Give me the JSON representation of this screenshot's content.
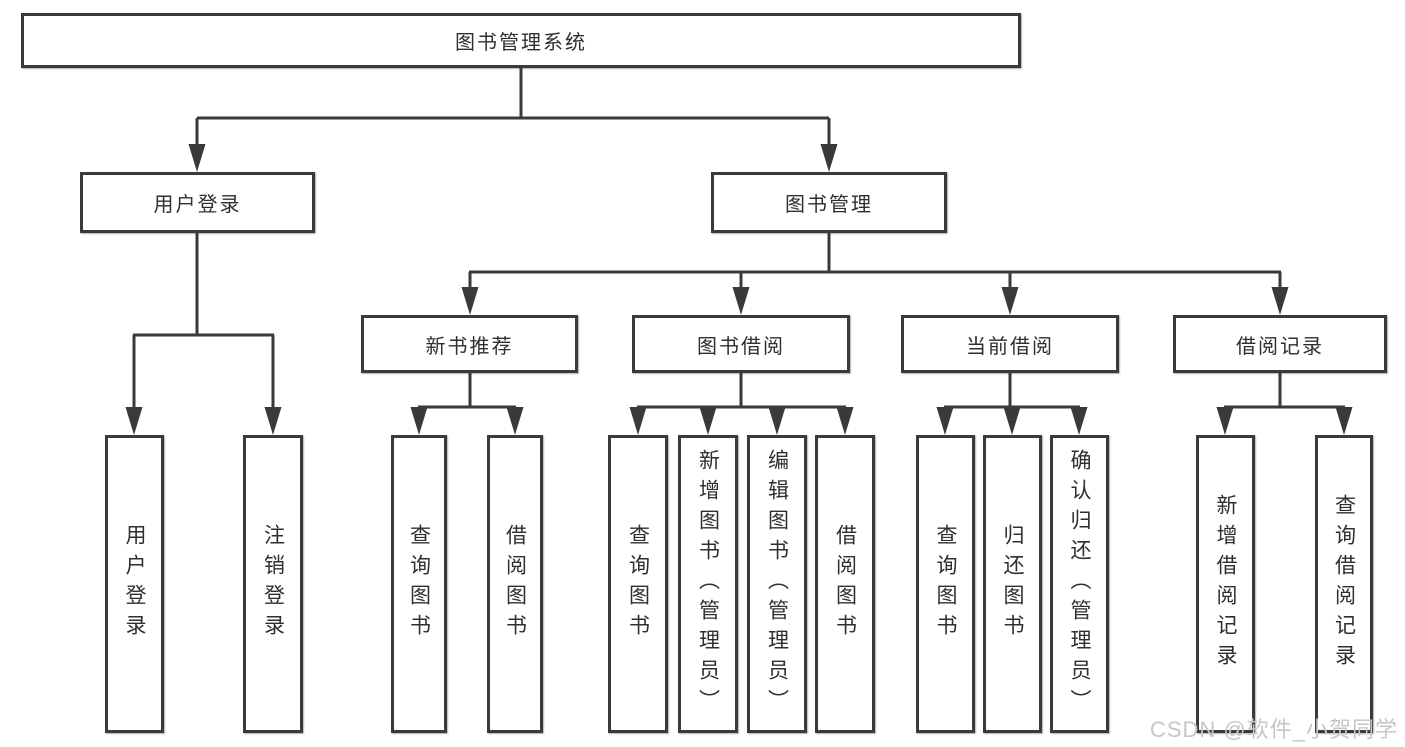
{
  "colors": {
    "line": "#3a3a3a",
    "text": "#2f2f2f",
    "box-bg": "#ffffff",
    "watermark": "#c6c6c6"
  },
  "watermark": {
    "text": "CSDN @软件_小贺同学"
  },
  "diagram": {
    "root": {
      "label": "图书管理系统"
    },
    "branches": [
      {
        "label": "用户登录",
        "children": [
          {
            "label": "用户登录"
          },
          {
            "label": "注销登录"
          }
        ]
      },
      {
        "label": "图书管理",
        "children": [
          {
            "label": "新书推荐",
            "children": [
              {
                "label": "查询图书"
              },
              {
                "label": "借阅图书"
              }
            ]
          },
          {
            "label": "图书借阅",
            "children": [
              {
                "label": "查询图书"
              },
              {
                "label": "新增图书（管理员）"
              },
              {
                "label": "编辑图书（管理员）"
              },
              {
                "label": "借阅图书"
              }
            ]
          },
          {
            "label": "当前借阅",
            "children": [
              {
                "label": "查询图书"
              },
              {
                "label": "归还图书"
              },
              {
                "label": "确认归还（管理员）"
              }
            ]
          },
          {
            "label": "借阅记录",
            "children": [
              {
                "label": "新增借阅记录"
              },
              {
                "label": "查询借阅记录"
              }
            ]
          }
        ]
      }
    ]
  }
}
